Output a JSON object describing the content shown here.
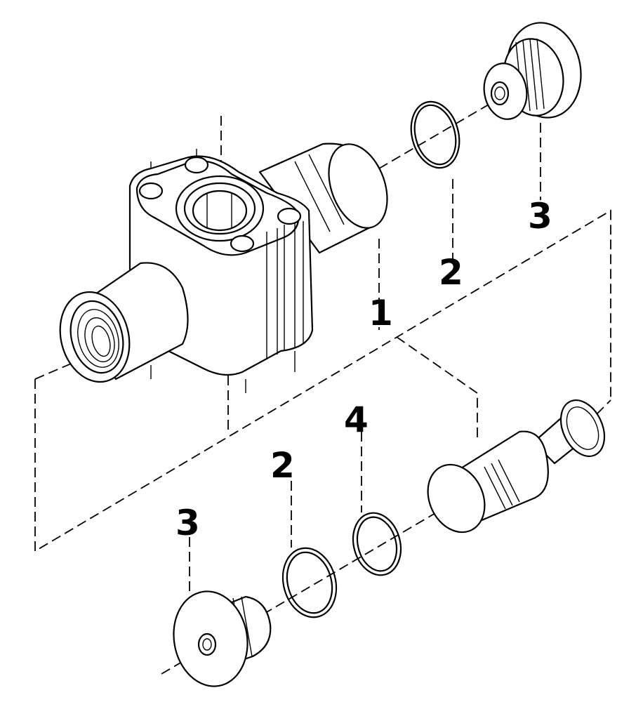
{
  "callouts": {
    "valve_body": "1",
    "o_ring_upper": "2",
    "plug_upper": "3",
    "o_ring_lower": "2",
    "back_up_ring": "4",
    "plug_lower": "3"
  }
}
